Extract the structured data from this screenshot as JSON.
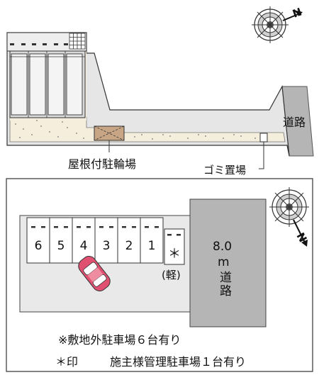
{
  "top_map": {
    "bicycle_parking_label": "屋根付駐輪場",
    "garbage_label": "ゴミ置場",
    "road_label": "道路"
  },
  "bottom_map": {
    "stalls": [
      "6",
      "5",
      "4",
      "3",
      "2",
      "1"
    ],
    "light_stall_mark": "＊",
    "light_stall_label": "(軽)",
    "road_label_width": "8.0",
    "road_label_unit": "m",
    "road_label_text": "道路"
  },
  "notes": {
    "line1": "※敷地外駐車場６台有り",
    "line2_mark": "＊印",
    "line2_text": "施主様管理駐車場１台有り"
  },
  "compass_icon": "north-arrow-compass",
  "colors": {
    "road_gray": "#b5b5b5",
    "lot_gray": "#e9e9e9",
    "building_gray": "#dadada",
    "ground_beige": "#f6eedc",
    "bike_shed_brown": "#c7a585",
    "car_red": "#e05070"
  }
}
